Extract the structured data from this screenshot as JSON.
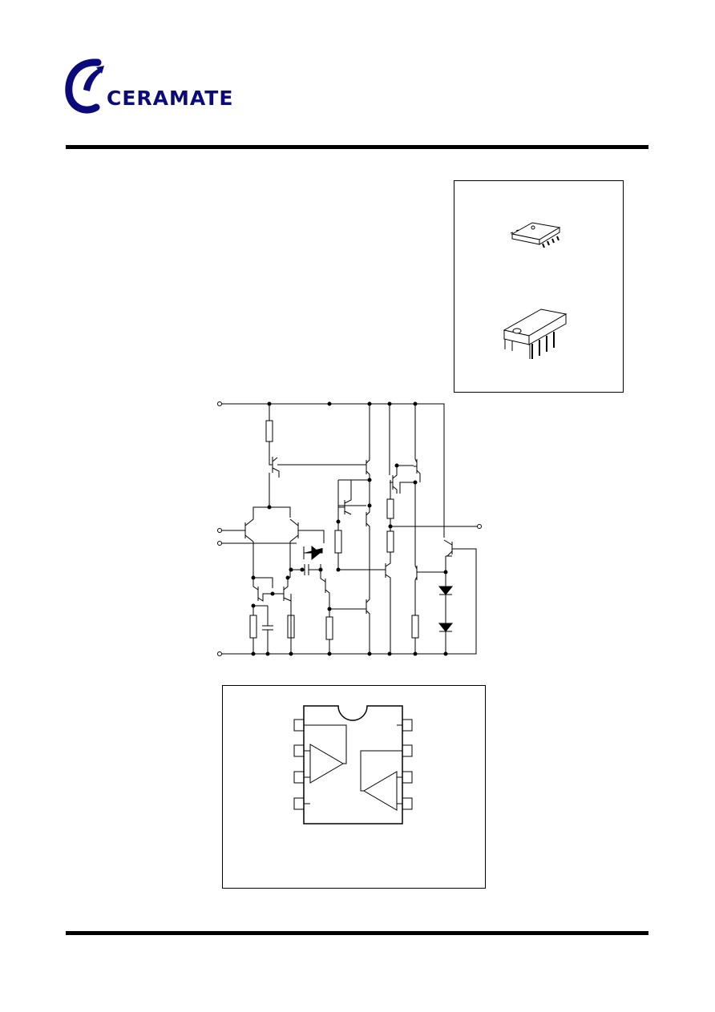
{
  "header": {
    "logo_text": "CERAMATE"
  },
  "packages": {
    "items": [
      "soic-8-package",
      "dip-8-package"
    ]
  },
  "colors": {
    "logo_blue": "#0a0a7a",
    "ink": "#000000",
    "background": "#ffffff"
  }
}
